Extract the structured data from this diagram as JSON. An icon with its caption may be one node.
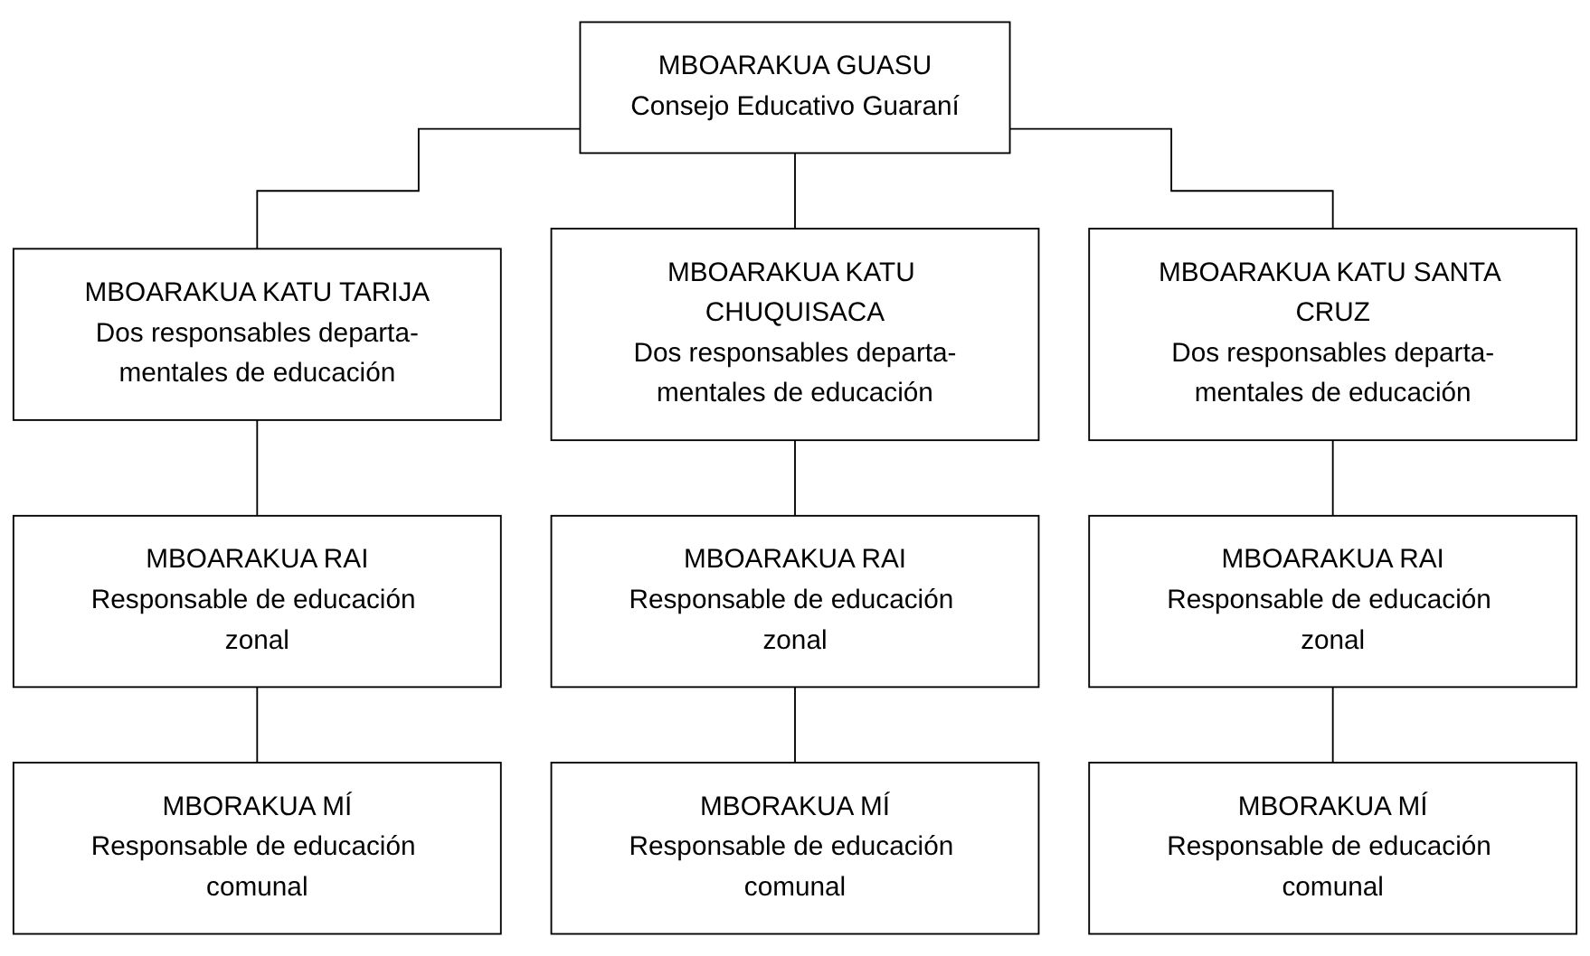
{
  "diagram": {
    "nodes": [
      {
        "text": [
          "MBOARAKUA GUASU",
          "Consejo Educativo Guaraní"
        ]
      },
      {
        "text": [
          "MBOARAKUA KATU TARIJA",
          "Dos responsables departa-mentales de educación"
        ]
      },
      {
        "text": [
          "MBOARAKUA KATU CHUQUISACA",
          "Dos responsables departa-mentales de educación"
        ]
      },
      {
        "text": [
          "MBOARAKUA KATU SANTA CRUZ",
          "Dos responsables departa-mentales de educación"
        ]
      },
      {
        "text": [
          "MBOARAKUA RAI",
          "Responsable de educación zonal"
        ]
      },
      {
        "text": [
          "MBOARAKUA RAI",
          "Responsable de educación zonal"
        ]
      },
      {
        "text": [
          "MBOARAKUA RAI",
          "Responsable de educación zonal"
        ]
      },
      {
        "text": [
          "MBORAKUA MÍ",
          "Responsable de educación comunal"
        ]
      },
      {
        "text": [
          "MBORAKUA MÍ",
          "Responsable de educación comunal"
        ]
      },
      {
        "text": [
          "MBORAKUA MÍ",
          "Responsable de educación comunal"
        ]
      }
    ],
    "edges": [
      {
        "from": 0,
        "to": 1,
        "arrow": "none"
      },
      {
        "from": 0,
        "to": 2,
        "arrow": "none"
      },
      {
        "from": 0,
        "to": 3,
        "arrow": "none"
      },
      {
        "from": 1,
        "to": 4,
        "arrow": "none"
      },
      {
        "from": 2,
        "to": 5,
        "arrow": "none"
      },
      {
        "from": 3,
        "to": 6,
        "arrow": "none"
      },
      {
        "from": 4,
        "to": 7,
        "arrow": "none"
      },
      {
        "from": 5,
        "to": 8,
        "arrow": "none"
      },
      {
        "from": 6,
        "to": 9,
        "arrow": "none"
      }
    ]
  }
}
